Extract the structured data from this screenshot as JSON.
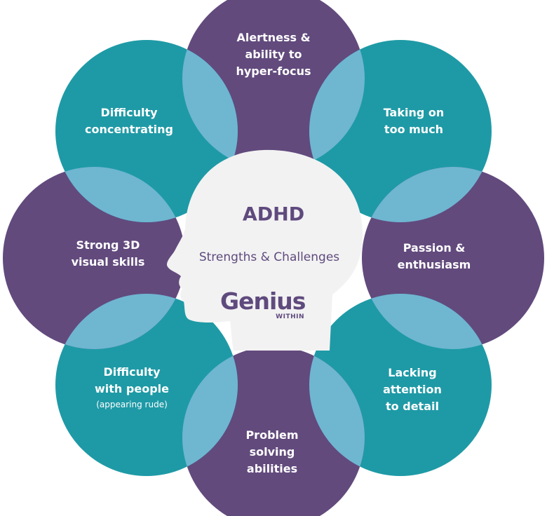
{
  "center": {
    "title": "ADHD",
    "subtitle": "Strengths & Challenges",
    "logo": {
      "word": "Genius",
      "sub": "WITHIN"
    }
  },
  "petals": [
    {
      "lines": [
        "Alertness &",
        "ability to",
        "hyper-focus"
      ],
      "note": "",
      "kind": "strength"
    },
    {
      "lines": [
        "Taking on",
        "too much"
      ],
      "note": "",
      "kind": "challenge"
    },
    {
      "lines": [
        "Passion &",
        "enthusiasm"
      ],
      "note": "",
      "kind": "strength"
    },
    {
      "lines": [
        "Lacking",
        "attention",
        "to detail"
      ],
      "note": "",
      "kind": "challenge"
    },
    {
      "lines": [
        "Problem",
        "solving",
        "abilities"
      ],
      "note": "",
      "kind": "strength"
    },
    {
      "lines": [
        "Difficulty",
        "with people"
      ],
      "note": "(appearing rude)",
      "kind": "challenge"
    },
    {
      "lines": [
        "Strong 3D",
        "visual skills"
      ],
      "note": "",
      "kind": "strength"
    },
    {
      "lines": [
        "Difficulty",
        "concentrating"
      ],
      "note": "",
      "kind": "challenge"
    }
  ],
  "colors": {
    "strength": "#624a7d",
    "challenge": "#1e9aa6",
    "overlap": "#6fb6d1",
    "head": "#f2f2f2"
  }
}
